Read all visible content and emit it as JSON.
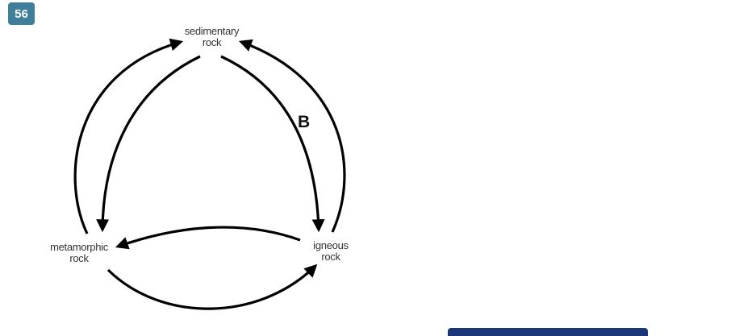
{
  "question_number": "56",
  "diagram": {
    "nodes": {
      "sedimentary": [
        "sedimentary",
        "rock"
      ],
      "metamorphic": [
        "metamorphic",
        "rock"
      ],
      "igneous": [
        "igneous",
        "rock"
      ]
    },
    "edge_label": "B",
    "edges": [
      {
        "from": "metamorphic",
        "to": "sedimentary"
      },
      {
        "from": "sedimentary",
        "to": "metamorphic"
      },
      {
        "from": "sedimentary",
        "to": "igneous",
        "label": "B"
      },
      {
        "from": "igneous",
        "to": "sedimentary"
      },
      {
        "from": "igneous",
        "to": "metamorphic"
      },
      {
        "from": "metamorphic",
        "to": "igneous"
      }
    ]
  },
  "colors": {
    "badge": "#3f7f9a",
    "bar": "#1c3778"
  }
}
